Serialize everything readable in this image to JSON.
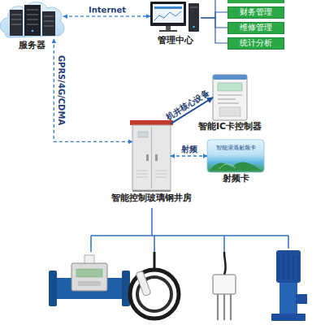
{
  "diagram": {
    "nodes": [
      {
        "text": [
          "服务器"
        ]
      },
      {
        "text": [
          "管理中心"
        ]
      },
      {
        "text": [
          "财务管理"
        ]
      },
      {
        "text": [
          "维修管理"
        ]
      },
      {
        "text": [
          "统计分析"
        ]
      },
      {
        "text": [
          "智能控制玻璃钢井房"
        ]
      },
      {
        "text": [
          "智能IC卡控制器"
        ]
      },
      {
        "text": [
          "射频卡"
        ]
      }
    ],
    "edges": [
      {
        "from": 0,
        "to": 1,
        "arrow": "both",
        "label": "Internet"
      },
      {
        "from": 1,
        "to": 2,
        "arrow": "none"
      },
      {
        "from": 1,
        "to": 3,
        "arrow": "none"
      },
      {
        "from": 1,
        "to": 4,
        "arrow": "none"
      },
      {
        "from": 0,
        "to": 5,
        "arrow": "both",
        "label": "GPRS/4G/CDMA"
      },
      {
        "from": 5,
        "to": 6,
        "arrow": "to",
        "label": "机井核心设备"
      },
      {
        "from": 5,
        "to": 7,
        "arrow": "both",
        "label": "射频"
      }
    ],
    "labels": [
      "智能灌溉射频卡"
    ]
  }
}
